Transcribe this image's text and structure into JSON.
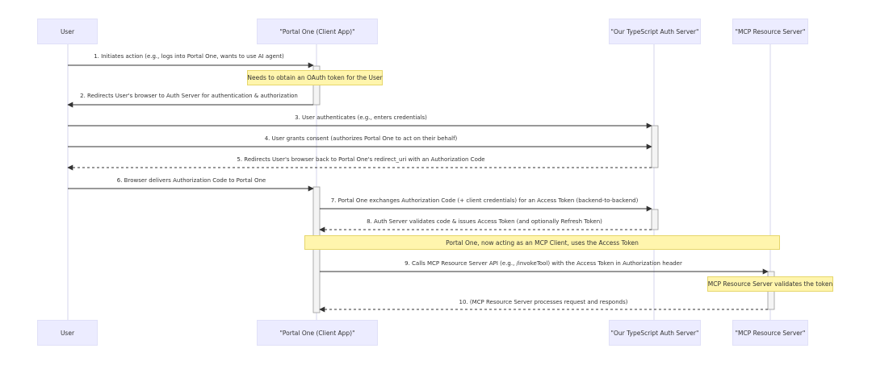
{
  "participants": [
    {
      "id": "user",
      "label": "User"
    },
    {
      "id": "portal",
      "label": "\"Portal One (Client App)\""
    },
    {
      "id": "auth",
      "label": "\"Our TypeScript Auth Server\""
    },
    {
      "id": "mcp",
      "label": "\"MCP Resource Server\""
    }
  ],
  "messages": [
    {
      "from": "user",
      "to": "portal",
      "style": "solid",
      "label": "1. Initiates action (e.g., logs into Portal One, wants to use AI agent)"
    },
    {
      "from": "portal",
      "to": "user",
      "style": "solid",
      "label": "2. Redirects User's browser to Auth Server for authentication & authorization"
    },
    {
      "from": "user",
      "to": "auth",
      "style": "solid",
      "label": "3. User authenticates (e.g., enters credentials)"
    },
    {
      "from": "user",
      "to": "auth",
      "style": "solid",
      "label": "4. User grants consent (authorizes Portal One to act on their behalf)"
    },
    {
      "from": "auth",
      "to": "user",
      "style": "dashed",
      "label": "5. Redirects User's browser back to Portal One's redirect_uri with an Authorization Code"
    },
    {
      "from": "user",
      "to": "portal",
      "style": "solid",
      "label": "6. Browser delivers Authorization Code to Portal One"
    },
    {
      "from": "portal",
      "to": "auth",
      "style": "solid",
      "label": "7. Portal One exchanges Authorization Code (+ client credentials) for an Access Token (backend-to-backend)"
    },
    {
      "from": "auth",
      "to": "portal",
      "style": "dashed",
      "label": "8. Auth Server validates code & issues Access Token (and optionally Refresh Token)"
    },
    {
      "from": "portal",
      "to": "mcp",
      "style": "solid",
      "label": "9. Calls MCP Resource Server API (e.g., /invokeTool) with the Access Token in Authorization header"
    },
    {
      "from": "mcp",
      "to": "portal",
      "style": "dashed",
      "label": "10. (MCP Resource Server processes request and responds)"
    }
  ],
  "notes": [
    {
      "over": "portal",
      "text": "Needs to obtain an OAuth token for the User"
    },
    {
      "over": "portal-mcp",
      "text": "Portal One, now acting as an MCP Client, uses the Access Token"
    },
    {
      "over": "mcp",
      "text": "MCP Resource Server validates the token"
    }
  ],
  "colors": {
    "actor_fill": "#ececff",
    "lifeline": "#d6d6ee",
    "arrow": "#333333",
    "note_fill": "#fff5ad",
    "activation_fill": "#f4f4f4"
  }
}
